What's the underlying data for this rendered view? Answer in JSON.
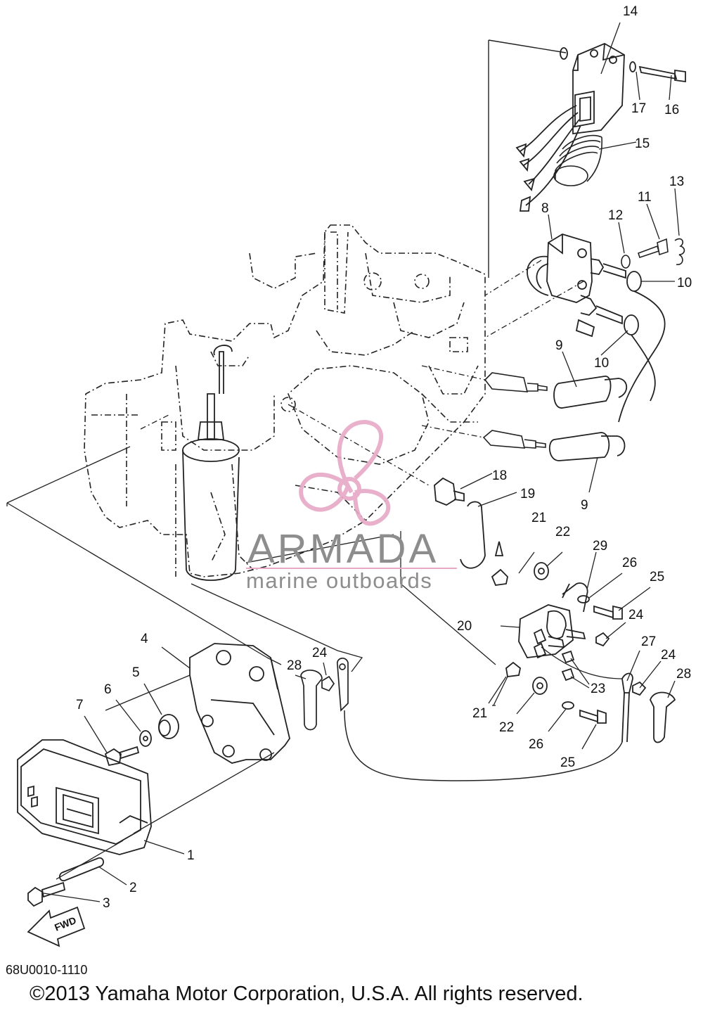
{
  "callouts": [
    {
      "n": "14",
      "label": "14"
    },
    {
      "n": "17",
      "label": "17"
    },
    {
      "n": "16",
      "label": "16"
    },
    {
      "n": "15",
      "label": "15"
    },
    {
      "n": "13",
      "label": "13"
    },
    {
      "n": "11",
      "label": "11"
    },
    {
      "n": "12",
      "label": "12"
    },
    {
      "n": "8",
      "label": "8"
    },
    {
      "n": "10a",
      "label": "10"
    },
    {
      "n": "10b",
      "label": "10"
    },
    {
      "n": "9a",
      "label": "9"
    },
    {
      "n": "9b",
      "label": "9"
    },
    {
      "n": "18",
      "label": "18"
    },
    {
      "n": "19",
      "label": "19"
    },
    {
      "n": "21a",
      "label": "21"
    },
    {
      "n": "22a",
      "label": "22"
    },
    {
      "n": "29",
      "label": "29"
    },
    {
      "n": "26a",
      "label": "26"
    },
    {
      "n": "25a",
      "label": "25"
    },
    {
      "n": "24a",
      "label": "24"
    },
    {
      "n": "20",
      "label": "20"
    },
    {
      "n": "27",
      "label": "27"
    },
    {
      "n": "24b",
      "label": "24"
    },
    {
      "n": "28a",
      "label": "28"
    },
    {
      "n": "23",
      "label": "23"
    },
    {
      "n": "21b",
      "label": "21"
    },
    {
      "n": "22b",
      "label": "22"
    },
    {
      "n": "26b",
      "label": "26"
    },
    {
      "n": "25b",
      "label": "25"
    },
    {
      "n": "4",
      "label": "4"
    },
    {
      "n": "5",
      "label": "5"
    },
    {
      "n": "6",
      "label": "6"
    },
    {
      "n": "7",
      "label": "7"
    },
    {
      "n": "28b",
      "label": "28"
    },
    {
      "n": "24c",
      "label": "24"
    },
    {
      "n": "1",
      "label": "1"
    },
    {
      "n": "2",
      "label": "2"
    },
    {
      "n": "3",
      "label": "3"
    }
  ],
  "watermark": {
    "brand": "ARMADA",
    "tagline": "marine outboards",
    "text_color": "#8d8d8d",
    "logo_color": "#e7a8c6"
  },
  "direction_label": "FWD",
  "diagram_code": "68U0010-1110",
  "copyright": "©2013 Yamaha Motor Corporation, U.S.A. All rights reserved."
}
